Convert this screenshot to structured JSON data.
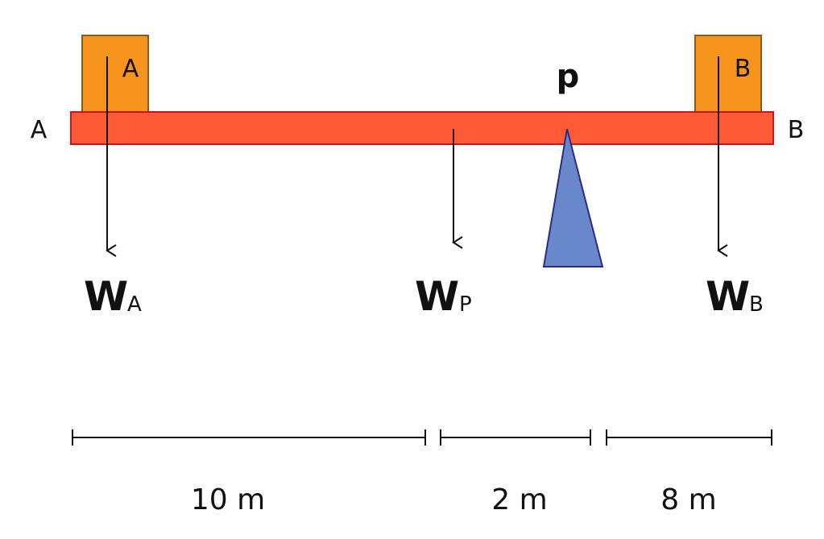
{
  "diagram": {
    "beam": {
      "left_end_label": "A",
      "right_end_label": "B",
      "color": "#ff5a36",
      "border": "#c4161c"
    },
    "blocks": [
      {
        "label": "A",
        "color": "#f7941d",
        "border": "#8a5a1e"
      },
      {
        "label": "B",
        "color": "#f7941d",
        "border": "#8a5a1e"
      }
    ],
    "pivot": {
      "label": "p",
      "color": "#6a88c9",
      "border": "#2a2a8a"
    },
    "forces": [
      {
        "main": "W",
        "sub": "A"
      },
      {
        "main": "W",
        "sub": "P"
      },
      {
        "main": "W",
        "sub": "B"
      }
    ],
    "dimensions": [
      {
        "label": "10 m"
      },
      {
        "label": "2 m"
      },
      {
        "label": "8 m"
      }
    ]
  }
}
